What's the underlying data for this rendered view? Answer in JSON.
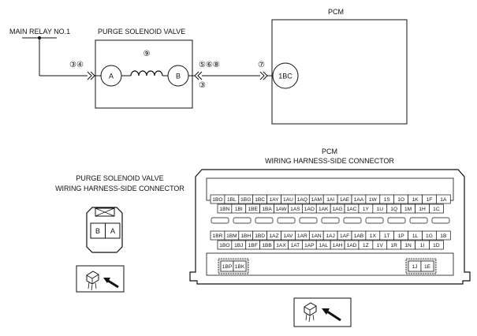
{
  "schematic": {
    "main_relay_label": "MAIN RELAY NO.1",
    "purge_valve_label": "PURGE SOLENOID VALVE",
    "pcm_label": "PCM",
    "terminal_a": "A",
    "terminal_b": "B",
    "pcm_terminal": "1BC",
    "ref_left": "③④",
    "ref_coil": "⑨",
    "ref_right": "⑤⑥⑧",
    "ref_right_below": "③",
    "ref_pcm": "⑦"
  },
  "purge_connector": {
    "title_line1": "PURGE SOLENOID VALVE",
    "title_line2": "WIRING HARNESS-SIDE CONNECTOR",
    "pin_left": "B",
    "pin_right": "A"
  },
  "pcm_connector": {
    "title_line1": "PCM",
    "title_line2": "WIRING HARNESS-SIDE CONNECTOR",
    "top_row1": [
      "1BO",
      "1BL",
      "1BG",
      "1BC",
      "1AY",
      "1AU",
      "1AQ",
      "1AM",
      "1AI",
      "1AE",
      "1AA",
      "1W",
      "1S",
      "1O",
      "1K",
      "1F",
      "1A"
    ],
    "top_row2": [
      "1BN",
      "1BI",
      "1BE",
      "1BA",
      "1AW",
      "1AS",
      "1AO",
      "1AK",
      "1AG",
      "1AC",
      "1Y",
      "1U",
      "1Q",
      "1M",
      "1H",
      "1C"
    ],
    "bot_row1": [
      "1BR",
      "1BM",
      "1BH",
      "1BD",
      "1AZ",
      "1AV",
      "1AR",
      "1AN",
      "1AJ",
      "1AF",
      "1AB",
      "1X",
      "1T",
      "1P",
      "1L",
      "1G",
      "1B"
    ],
    "bot_row2": [
      "1BO",
      "1BJ",
      "1BF",
      "1BB",
      "1AX",
      "1AT",
      "1AP",
      "1AL",
      "1AH",
      "1AD",
      "1Z",
      "1V",
      "1R",
      "1N",
      "1I",
      "1D"
    ],
    "corner_left": [
      "1BP",
      "1BK"
    ],
    "corner_right": [
      "1J",
      "1E"
    ]
  }
}
